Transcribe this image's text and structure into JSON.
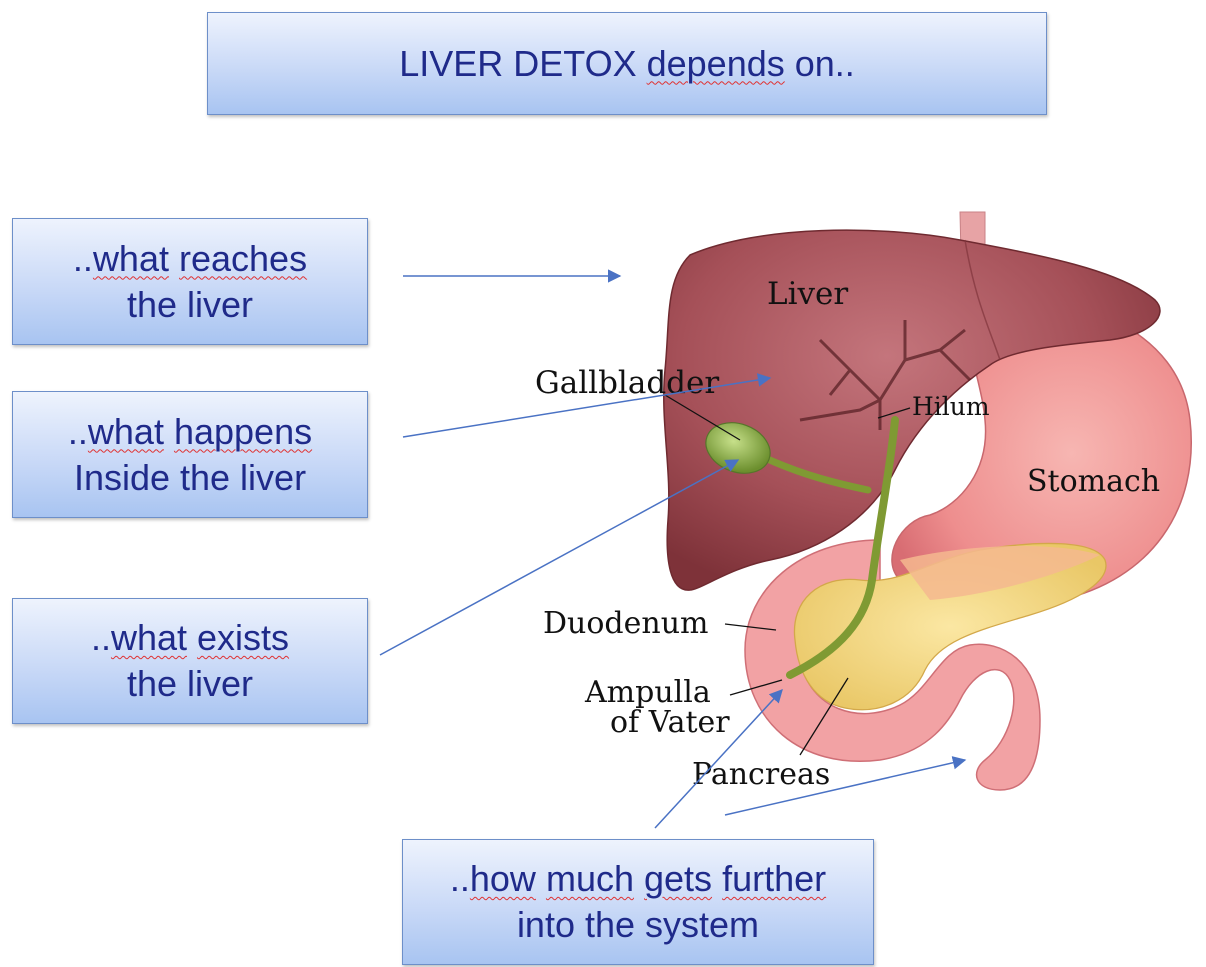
{
  "title": {
    "prefix": "LIVER DETOX ",
    "spellcheck_word": "depends",
    "suffix": " on.."
  },
  "callouts": [
    {
      "line1_prefix": "..",
      "line1_words": [
        "what",
        "reaches"
      ],
      "line2": "the liver"
    },
    {
      "line1_prefix": "..",
      "line1_words": [
        "what",
        "happens"
      ],
      "line2": "Inside the liver"
    },
    {
      "line1_prefix": "..",
      "line1_words": [
        "what",
        "exists"
      ],
      "line2": "the liver"
    },
    {
      "line1_prefix": "..",
      "line1_words": [
        "how",
        "much",
        "gets",
        "further"
      ],
      "line2": "into the system"
    }
  ],
  "anatomy_labels": {
    "liver": "Liver",
    "gallbladder": "Gallbladder",
    "hilum": "Hilum",
    "stomach": "Stomach",
    "duodenum": "Duodenum",
    "ampulla_line1": "Ampulla",
    "ampulla_line2": "of Vater",
    "pancreas": "Pancreas"
  },
  "colors": {
    "box_text": "#1f2a8a",
    "box_border": "#6d8fc9",
    "arrow": "#4a72c4",
    "spellcheck_underline": "#e03131"
  }
}
